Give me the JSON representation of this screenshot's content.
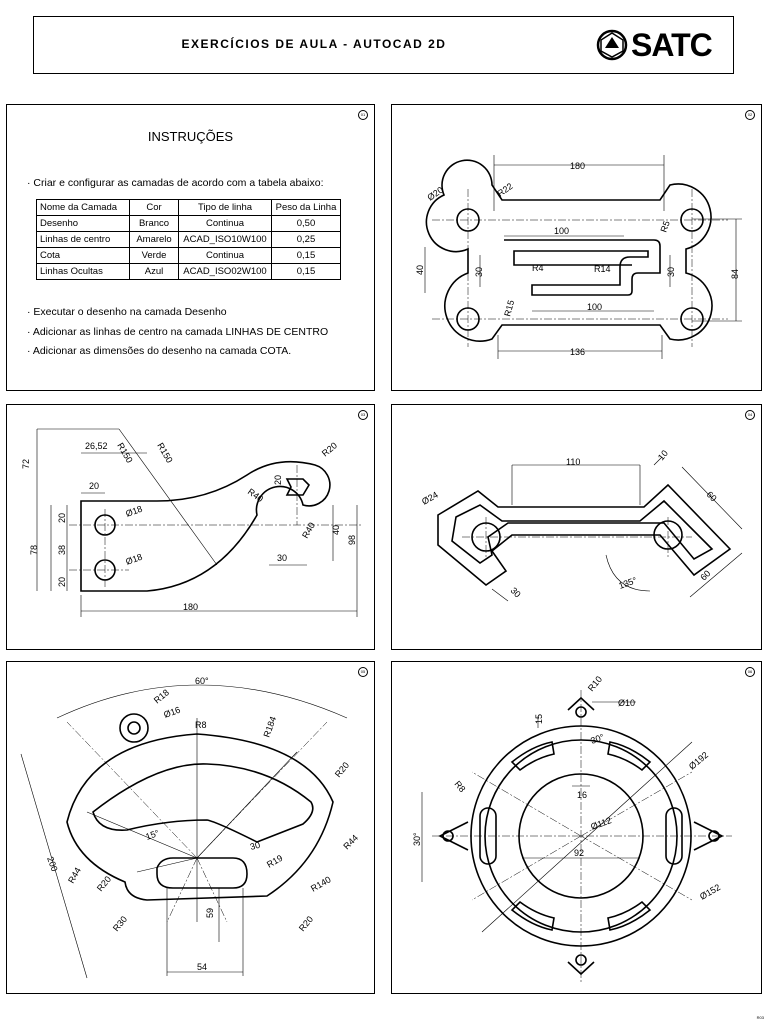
{
  "header": {
    "title": "EXERCÍCIOS DE AULA - AUTOCAD 2D",
    "logo_text": "SATC"
  },
  "panel_numbers": [
    "01",
    "02",
    "03",
    "04",
    "05",
    "06"
  ],
  "instructions": {
    "title": "INSTRUÇÕES",
    "intro": "· Criar e configurar as camadas de acordo com a tabela abaixo:",
    "table": {
      "headers": [
        "Nome da  Camada",
        "Cor",
        "Tipo de linha",
        "Peso da Linha"
      ],
      "rows": [
        [
          "Desenho",
          "Branco",
          "Continua",
          "0,50"
        ],
        [
          "Linhas de centro",
          "Amarelo",
          "ACAD_ISO10W100",
          "0,25"
        ],
        [
          "Cota",
          "Verde",
          "Continua",
          "0,15"
        ],
        [
          "Linhas Ocultas",
          "Azul",
          "ACAD_ISO02W100",
          "0,15"
        ]
      ]
    },
    "bullets": [
      "· Executar o desenho na camada Desenho",
      "· Adicionar as linhas de centro na camada LINHAS DE CENTRO",
      "· Adicionar as dimensões do desenho na camada COTA."
    ]
  },
  "drawing2": {
    "d180": "180",
    "d020": "Ø20",
    "r22": "R22",
    "d100a": "100",
    "r5": "R5",
    "d40": "40",
    "d30a": "30",
    "r4": "R4",
    "r14": "R14",
    "d30b": "30",
    "d84": "84",
    "r15": "R15",
    "d100b": "100",
    "d136": "136"
  },
  "drawing3": {
    "d72": "72",
    "r150a": "R150",
    "r150b": "R150",
    "d2652": "26,52",
    "r20": "R20",
    "d20a": "20",
    "d20b": "20",
    "r40a": "R40",
    "d20c": "20",
    "d018a": "Ø18",
    "d78": "78",
    "d38": "38",
    "r40b": "R40",
    "d40": "40",
    "d98": "98",
    "d30": "30",
    "d018b": "Ø18",
    "d20d": "20",
    "d180": "180"
  },
  "drawing4": {
    "d110": "110",
    "d10": "10",
    "d24": "Ø24",
    "d60a": "60",
    "d30": "30",
    "d135": "135°",
    "d60b": "60"
  },
  "drawing5": {
    "d60": "60°",
    "r18": "R18",
    "d16": "Ø16",
    "r8": "R8",
    "r184": "R184",
    "r20a": "R20",
    "d15": "15°",
    "d30": "30",
    "r44a": "R44",
    "r44b": "R44",
    "r19": "R19",
    "r20b": "R20",
    "r140": "R140",
    "d200": "200",
    "r30": "R30",
    "d59": "59",
    "r20c": "R20",
    "d54": "54"
  },
  "drawing6": {
    "r10": "R10",
    "d010": "Ø10",
    "d15": "15",
    "d30a": "30°",
    "d192": "Ø192",
    "r8": "R8",
    "d16": "16",
    "d112": "Ø112",
    "d30b": "30°",
    "d92": "92",
    "d152": "Ø152"
  },
  "footer_mark": "R03"
}
